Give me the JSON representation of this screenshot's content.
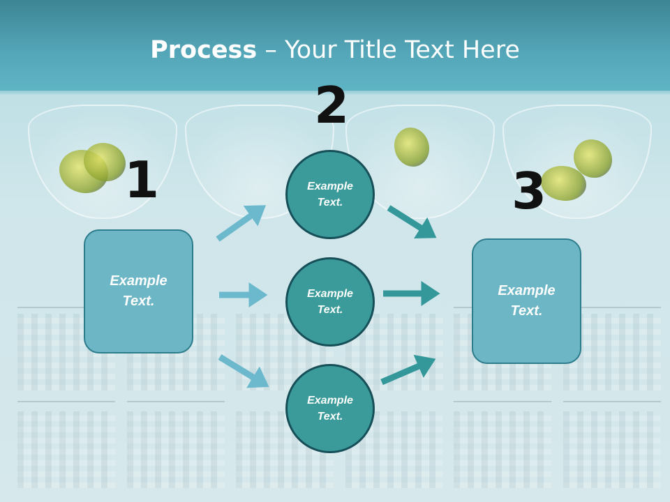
{
  "title": {
    "bold": "Process",
    "rest": " – Your Title Text Here"
  },
  "steps": [
    {
      "number": "1"
    },
    {
      "number": "2"
    },
    {
      "number": "3"
    }
  ],
  "nodes": {
    "left_box": "Example Text.",
    "circle_top": "Example Text.",
    "circle_mid": "Example Text.",
    "circle_bottom": "Example Text.",
    "right_box": "Example Text."
  },
  "colors": {
    "header": "#4f9fb0",
    "box_fill": "#6cb6c6",
    "circle_fill": "#3a9b9a",
    "circle_border": "#164f58",
    "arrow_light": "#6cb8cc",
    "arrow_dark": "#34989a"
  }
}
